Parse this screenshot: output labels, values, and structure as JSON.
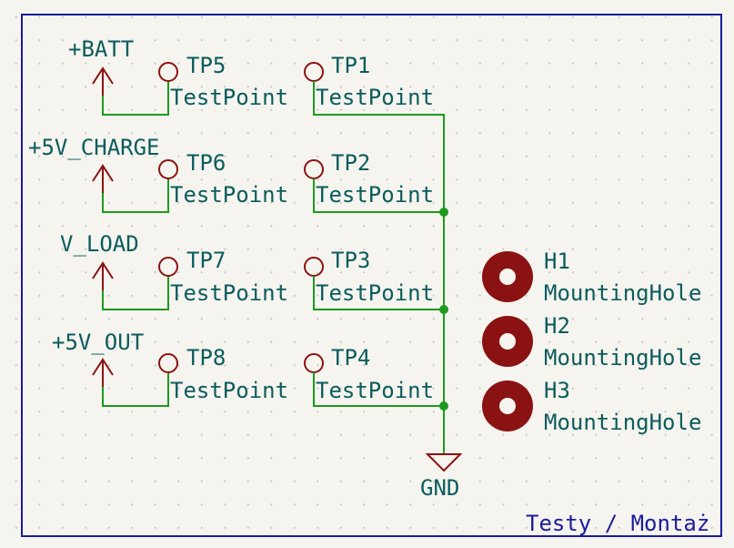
{
  "sheet": {
    "title": "Testy / Montaż"
  },
  "power_labels": [
    "+BATT",
    "+5V_CHARGE",
    "V_LOAD",
    "+5V_OUT"
  ],
  "test_points_power": [
    {
      "ref": "TP5",
      "value": "TestPoint"
    },
    {
      "ref": "TP6",
      "value": "TestPoint"
    },
    {
      "ref": "TP7",
      "value": "TestPoint"
    },
    {
      "ref": "TP8",
      "value": "TestPoint"
    }
  ],
  "test_points_gnd": [
    {
      "ref": "TP1",
      "value": "TestPoint"
    },
    {
      "ref": "TP2",
      "value": "TestPoint"
    },
    {
      "ref": "TP3",
      "value": "TestPoint"
    },
    {
      "ref": "TP4",
      "value": "TestPoint"
    }
  ],
  "ground": {
    "label": "GND"
  },
  "mounting_holes": [
    {
      "ref": "H1",
      "value": "MountingHole"
    },
    {
      "ref": "H2",
      "value": "MountingHole"
    },
    {
      "ref": "H3",
      "value": "MountingHole"
    }
  ],
  "colors": {
    "background": "#f5f4ef",
    "wire": "#1d9a1d",
    "symbol": "#8b1212",
    "text": "#0b5c5c",
    "frame": "#1c1c9c"
  }
}
